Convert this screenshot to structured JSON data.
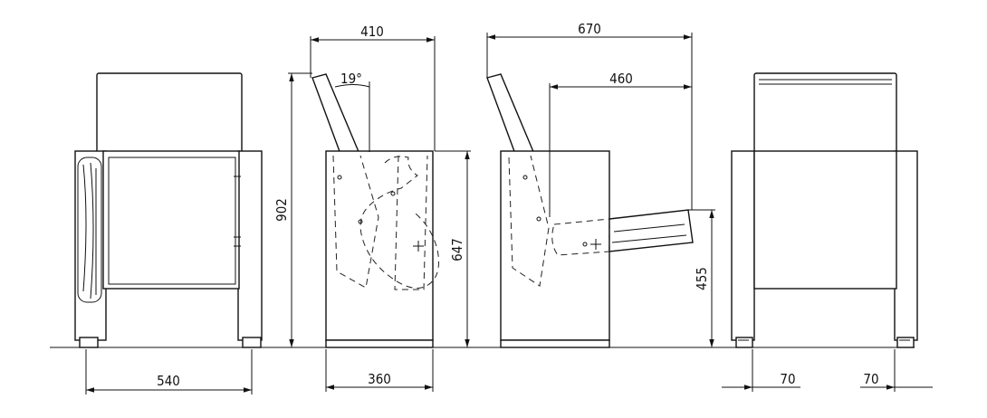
{
  "dimensions": {
    "front_width": "540",
    "side_depth_folded": "410",
    "back_angle": "19°",
    "height_total": "902",
    "side_height": "647",
    "base_width": "360",
    "depth_unfolded": "670",
    "seat_reach": "460",
    "seat_height": "455",
    "leg_left": "70",
    "leg_right": "70"
  },
  "colors": {
    "line": "#111111",
    "background": "#ffffff"
  }
}
